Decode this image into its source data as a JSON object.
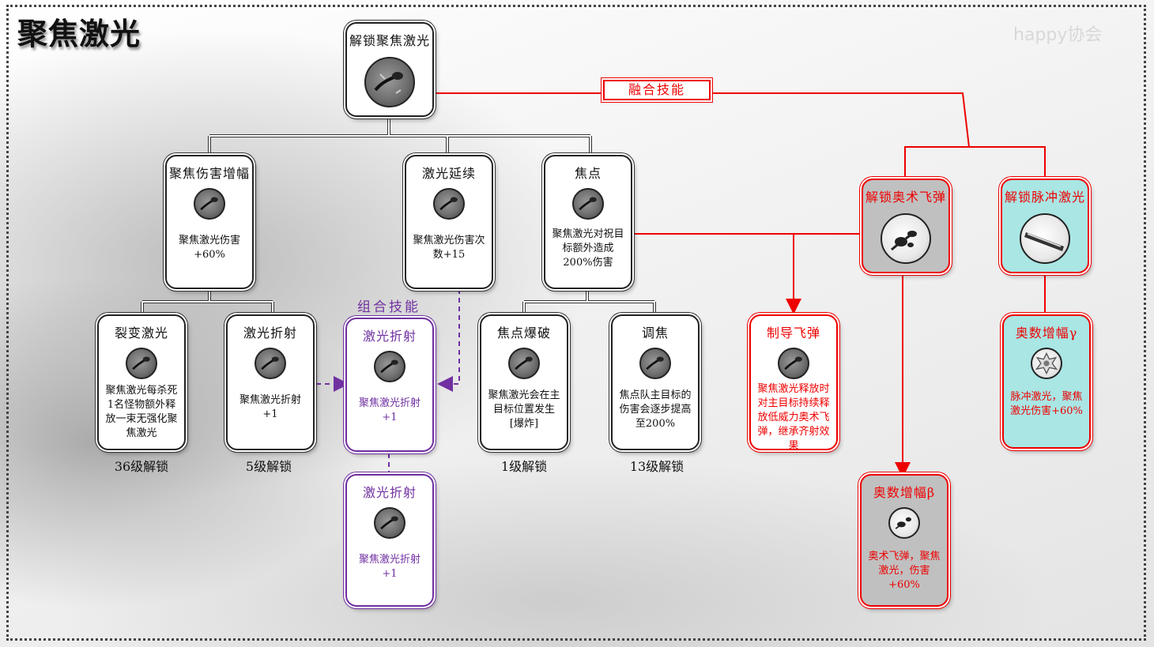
{
  "page": {
    "title": "聚焦激光",
    "watermark": "happy协会"
  },
  "tags": {
    "fusion": "融合技能",
    "combo": "组合技能"
  },
  "nodes": {
    "root": {
      "name": "解锁聚焦激光"
    },
    "dmg": {
      "name": "聚焦伤害增幅",
      "desc": "聚焦激光伤害+60%"
    },
    "extend": {
      "name": "激光延续",
      "desc": "聚焦激光伤害次数+15"
    },
    "focus": {
      "name": "焦点",
      "desc": "聚焦激光对祝目标额外造成200%伤害"
    },
    "fission": {
      "name": "裂变激光",
      "desc": "聚焦激光每杀死1名怪物额外释放一束无强化聚焦激光",
      "unlock": "36级解锁"
    },
    "refract": {
      "name": "激光折射",
      "desc": "聚焦激光折射+1",
      "unlock": "5级解锁"
    },
    "combo1": {
      "name": "激光折射",
      "desc": "聚焦激光折射+1"
    },
    "combo2": {
      "name": "激光折射",
      "desc": "聚焦激光折射+1"
    },
    "burst": {
      "name": "焦点爆破",
      "desc": "聚焦激光会在主目标位置发生[爆炸]",
      "unlock": "1级解锁"
    },
    "tune": {
      "name": "调焦",
      "desc": "焦点队主目标的伤害会逐步提高至200%",
      "unlock": "13级解锁"
    },
    "arcane": {
      "name": "解锁奥术飞弹"
    },
    "pulse": {
      "name": "解锁脉冲激光"
    },
    "guided": {
      "name": "制导飞弹",
      "desc": "聚焦激光释放时对主目标持续释放低威力奥术飞弹，继承齐射效果"
    },
    "beta": {
      "name": "奥数增幅β",
      "desc": "奥术飞弹，聚焦激光，伤害+60%"
    },
    "gamma": {
      "name": "奥数增幅γ",
      "desc": "脉冲激光，聚焦激光伤害+60%"
    }
  },
  "colors": {
    "fusion": "#e00000",
    "combo": "#7030a0",
    "arcane_bg": "#c0c0c0",
    "pulse_bg": "#a9e6e4"
  },
  "icons": {
    "root": "laser-orb-icon",
    "arcane": "arcane-missile-icon",
    "pulse": "pulse-laser-icon",
    "beta": "arcane-missile-icon",
    "gamma": "shield-burst-icon"
  }
}
